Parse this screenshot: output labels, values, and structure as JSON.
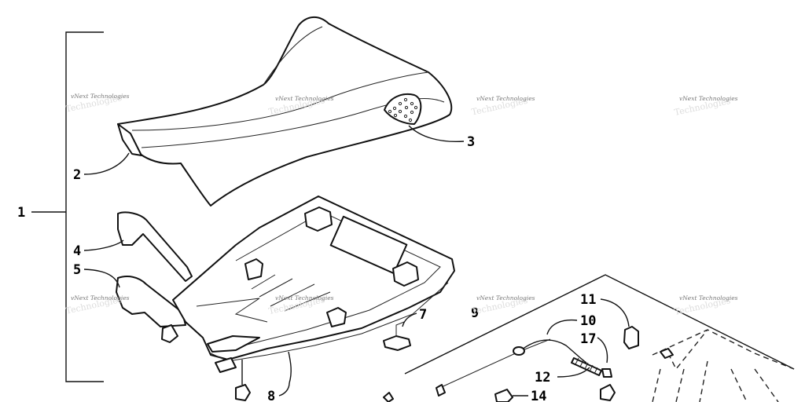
{
  "diagram": {
    "watermark_text": "vNext Technologies",
    "callouts": [
      "1",
      "2",
      "3",
      "4",
      "5",
      "7",
      "8",
      "9",
      "10",
      "11",
      "12",
      "14",
      "17"
    ],
    "colors": {
      "line": "#111111",
      "watermark": "#777777",
      "background": "#ffffff"
    }
  }
}
